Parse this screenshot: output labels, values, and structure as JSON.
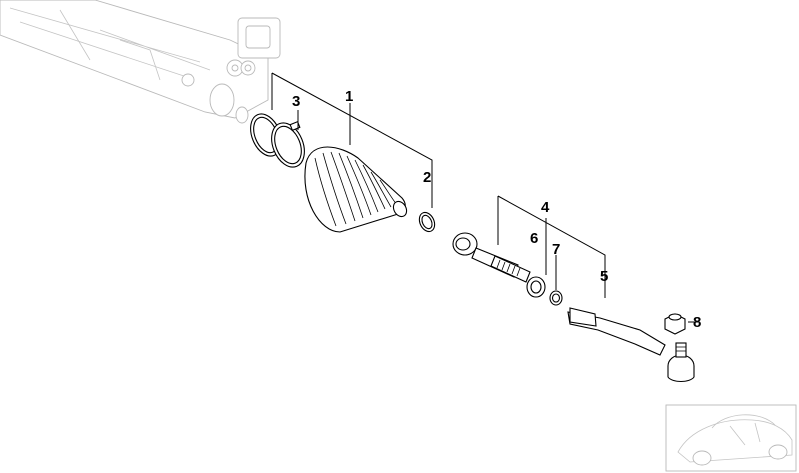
{
  "callouts": [
    {
      "id": "1",
      "label": "1"
    },
    {
      "id": "2",
      "label": "2"
    },
    {
      "id": "3",
      "label": "3"
    },
    {
      "id": "4",
      "label": "4"
    },
    {
      "id": "5",
      "label": "5"
    },
    {
      "id": "6",
      "label": "6"
    },
    {
      "id": "7",
      "label": "7"
    },
    {
      "id": "8",
      "label": "8"
    }
  ],
  "colors": {
    "line": "#000000",
    "faded_assembly": "#b9b9b9",
    "background": "#ffffff"
  }
}
